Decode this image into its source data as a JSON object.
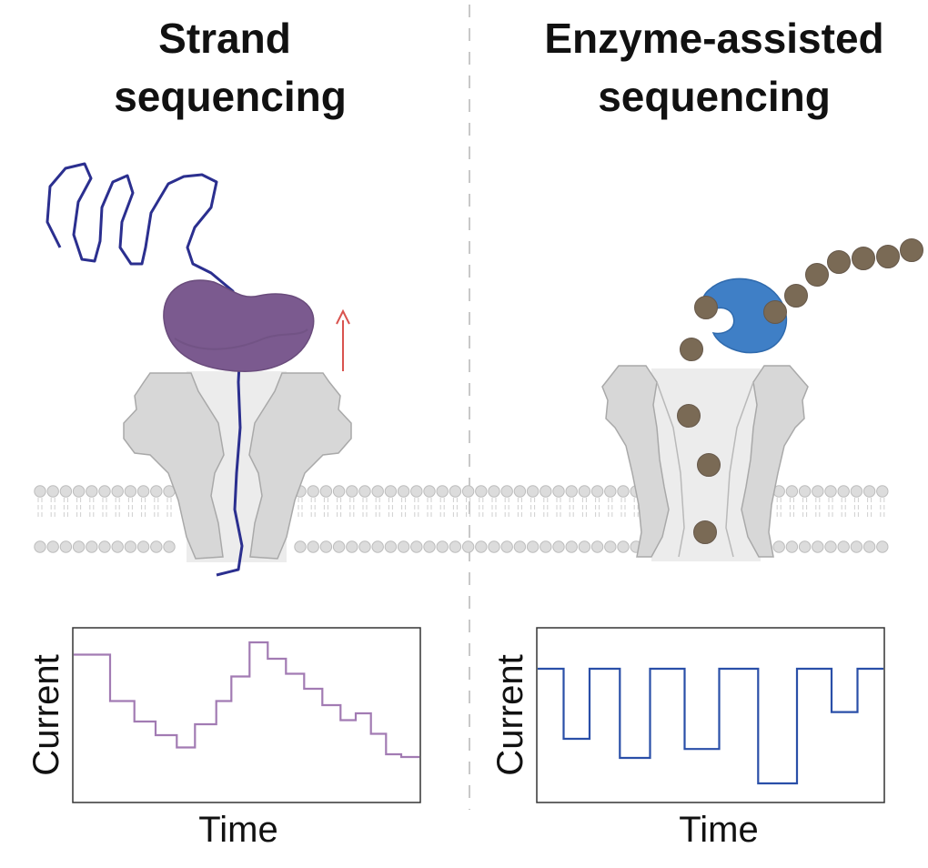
{
  "panels": {
    "left": {
      "title_line1": "Strand",
      "title_line2": "sequencing"
    },
    "right": {
      "title_line1": "Enzyme-assisted",
      "title_line2": "sequencing"
    }
  },
  "plots": {
    "left": {
      "xlabel": "Time",
      "ylabel": "Current"
    },
    "right": {
      "xlabel": "Time",
      "ylabel": "Current"
    }
  },
  "colors": {
    "dna_strand": "#2b2f8f",
    "motor_protein": "#7b5a8f",
    "pore": "#d9d9d9",
    "pore_outline": "#a6a6a6",
    "membrane": "#d5d5d5",
    "enzyme": "#3f7fc6",
    "nucleotide": "#7a6a55",
    "arrow": "#d9534f",
    "left_trace": "#a27bb3",
    "right_trace": "#2a4fa8",
    "divider": "#c8c8c8"
  },
  "chart_data": [
    {
      "type": "line",
      "xlabel": "Time",
      "ylabel": "Current",
      "style": "step",
      "segments": [
        {
          "x": [
            0,
            12
          ],
          "y": 0.91
        },
        {
          "x": [
            12,
            20
          ],
          "y": 0.57
        },
        {
          "x": [
            20,
            27
          ],
          "y": 0.42
        },
        {
          "x": [
            27,
            34
          ],
          "y": 0.32
        },
        {
          "x": [
            34,
            40
          ],
          "y": 0.23
        },
        {
          "x": [
            40,
            47
          ],
          "y": 0.4
        },
        {
          "x": [
            47,
            52
          ],
          "y": 0.57
        },
        {
          "x": [
            52,
            58
          ],
          "y": 0.75
        },
        {
          "x": [
            58,
            64
          ],
          "y": 1.0
        },
        {
          "x": [
            64,
            70
          ],
          "y": 0.88
        },
        {
          "x": [
            70,
            76
          ],
          "y": 0.77
        },
        {
          "x": [
            76,
            82
          ],
          "y": 0.66
        },
        {
          "x": [
            82,
            88
          ],
          "y": 0.54
        },
        {
          "x": [
            88,
            93
          ],
          "y": 0.43
        },
        {
          "x": [
            93,
            98
          ],
          "y": 0.48
        },
        {
          "x": [
            98,
            103
          ],
          "y": 0.33
        },
        {
          "x": [
            103,
            108
          ],
          "y": 0.18
        },
        {
          "x": [
            108,
            114
          ],
          "y": 0.16
        }
      ]
    },
    {
      "type": "line",
      "xlabel": "Time",
      "ylabel": "Current",
      "style": "step",
      "segments": [
        {
          "x": [
            0,
            6
          ],
          "y": 1.0
        },
        {
          "x": [
            6,
            12
          ],
          "y": 0.45
        },
        {
          "x": [
            12,
            19
          ],
          "y": 1.0
        },
        {
          "x": [
            19,
            26
          ],
          "y": 0.3
        },
        {
          "x": [
            26,
            34
          ],
          "y": 1.0
        },
        {
          "x": [
            34,
            42
          ],
          "y": 0.37
        },
        {
          "x": [
            42,
            51
          ],
          "y": 1.0
        },
        {
          "x": [
            51,
            60
          ],
          "y": 0.1
        },
        {
          "x": [
            60,
            68
          ],
          "y": 1.0
        },
        {
          "x": [
            68,
            74
          ],
          "y": 0.66
        },
        {
          "x": [
            74,
            80
          ],
          "y": 1.0
        }
      ]
    }
  ]
}
